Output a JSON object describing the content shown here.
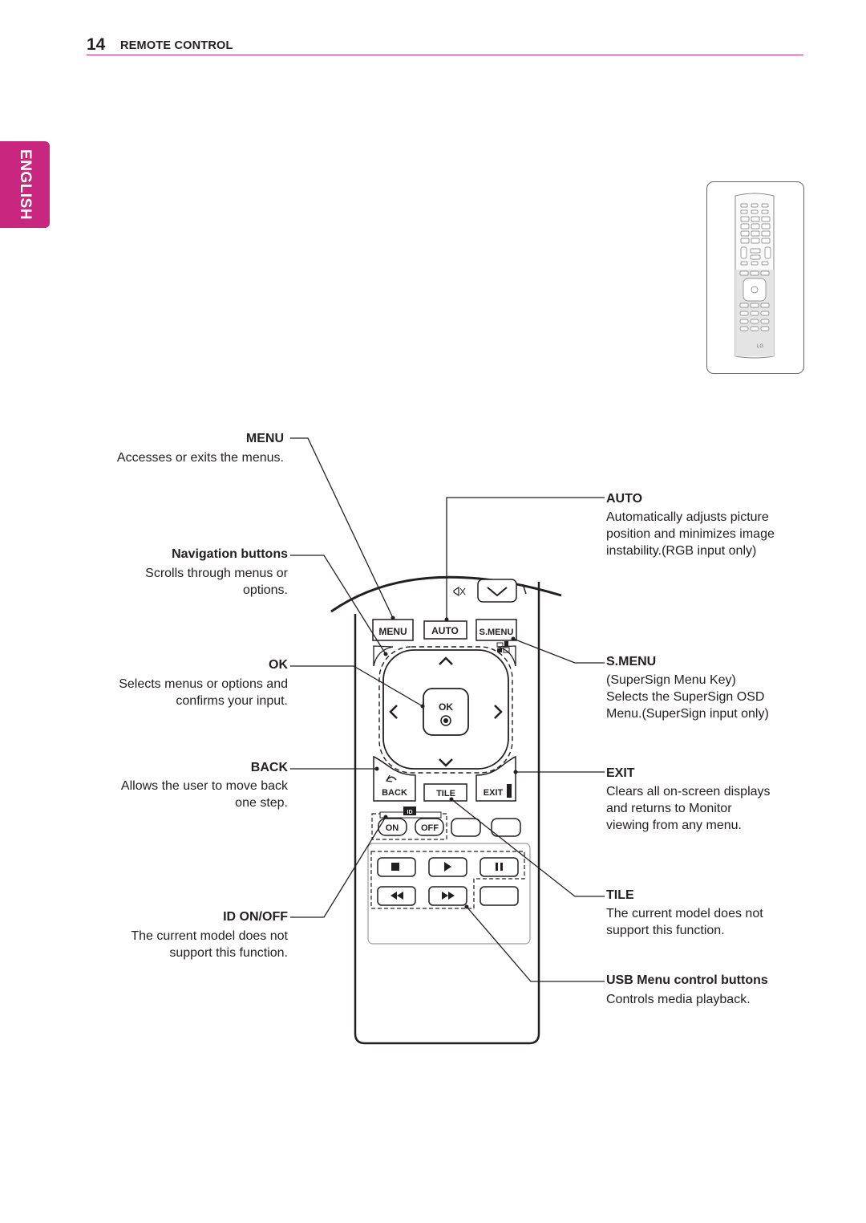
{
  "header": {
    "page_number": "14",
    "section": "REMOTE CONTROL"
  },
  "language_tab": "ENGLISH",
  "remote_buttons": {
    "menu": "MENU",
    "auto": "AUTO",
    "smenu": "S.MENU",
    "ok": "OK",
    "back": "BACK",
    "tile": "TILE",
    "exit": "EXIT",
    "id": "ID",
    "on": "ON",
    "off": "OFF",
    "brand": "LG"
  },
  "annotations": {
    "menu": {
      "title": "MENU",
      "desc": "Accesses or exits the menus."
    },
    "navigation": {
      "title": "Navigation buttons",
      "desc": [
        "Scrolls through menus or",
        "options."
      ]
    },
    "ok": {
      "title": "OK",
      "desc": [
        "Selects menus or options and",
        "confirms your input."
      ]
    },
    "back": {
      "title": "BACK",
      "desc": [
        "Allows the user to move back",
        "one step."
      ]
    },
    "id_onoff": {
      "title": "ID ON/OFF",
      "desc": [
        "The current model does not",
        "support this function."
      ]
    },
    "auto": {
      "title": "AUTO",
      "desc": [
        "Automatically adjusts picture",
        "position and minimizes image",
        "instability.(RGB input only)"
      ]
    },
    "smenu": {
      "title": "S.MENU",
      "desc": [
        "(SuperSign Menu Key)",
        "Selects the SuperSign OSD",
        "Menu.(SuperSign input only)"
      ]
    },
    "exit": {
      "title": "EXIT",
      "desc": [
        "Clears all on-screen displays",
        "and returns to Monitor",
        "viewing from any menu."
      ]
    },
    "tile": {
      "title": "TILE",
      "desc": [
        "The current model does not",
        "support this function."
      ]
    },
    "usb": {
      "title": "USB Menu control buttons",
      "desc": "Controls media playback."
    }
  }
}
